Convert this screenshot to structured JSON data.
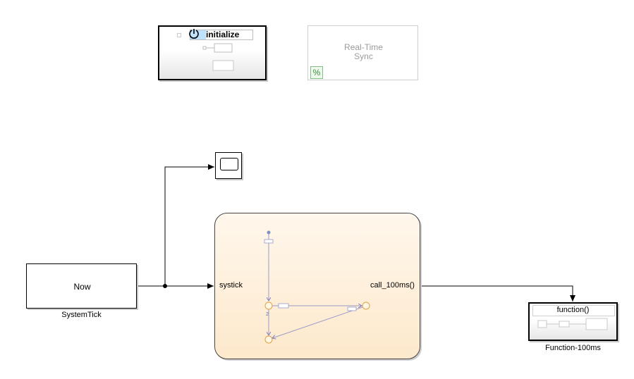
{
  "blocks": {
    "initialize": {
      "title": "initialize"
    },
    "realtime_sync": {
      "label": "Real-Time\nSync",
      "icon_glyph": "%"
    },
    "system_tick": {
      "text": "Now",
      "name": "SystemTick"
    },
    "chart": {
      "input_port": "systick",
      "output_port": "call_100ms()",
      "transition_label": "2"
    },
    "function_100ms": {
      "title": "function()",
      "name": "Function-100ms"
    }
  },
  "colors": {
    "chart_fill_top": "#fff7ec",
    "chart_fill_bottom": "#fde9cc",
    "highlight": "#bfe3ff",
    "state_stroke": "#e0a040",
    "transition": "#8080c0"
  }
}
